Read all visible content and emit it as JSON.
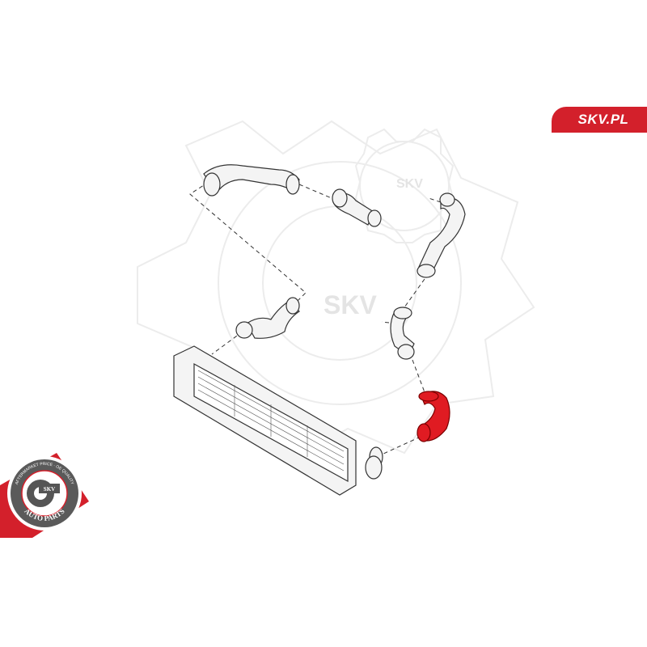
{
  "brand": {
    "label": "SKV.PL",
    "color": "#d3202b"
  },
  "watermark": {
    "text_top": "SKV",
    "text_center": "SKV"
  },
  "badge": {
    "arc_text": "AFTERMARKET PRICE · OE QUALITY",
    "center_text": "SKV",
    "bottom_text": "AUTO PARTS"
  },
  "colors": {
    "highlight_part": "#e01b22",
    "line": "#333333",
    "part_fill": "#f2f2f2",
    "watermark": "#ececec"
  }
}
